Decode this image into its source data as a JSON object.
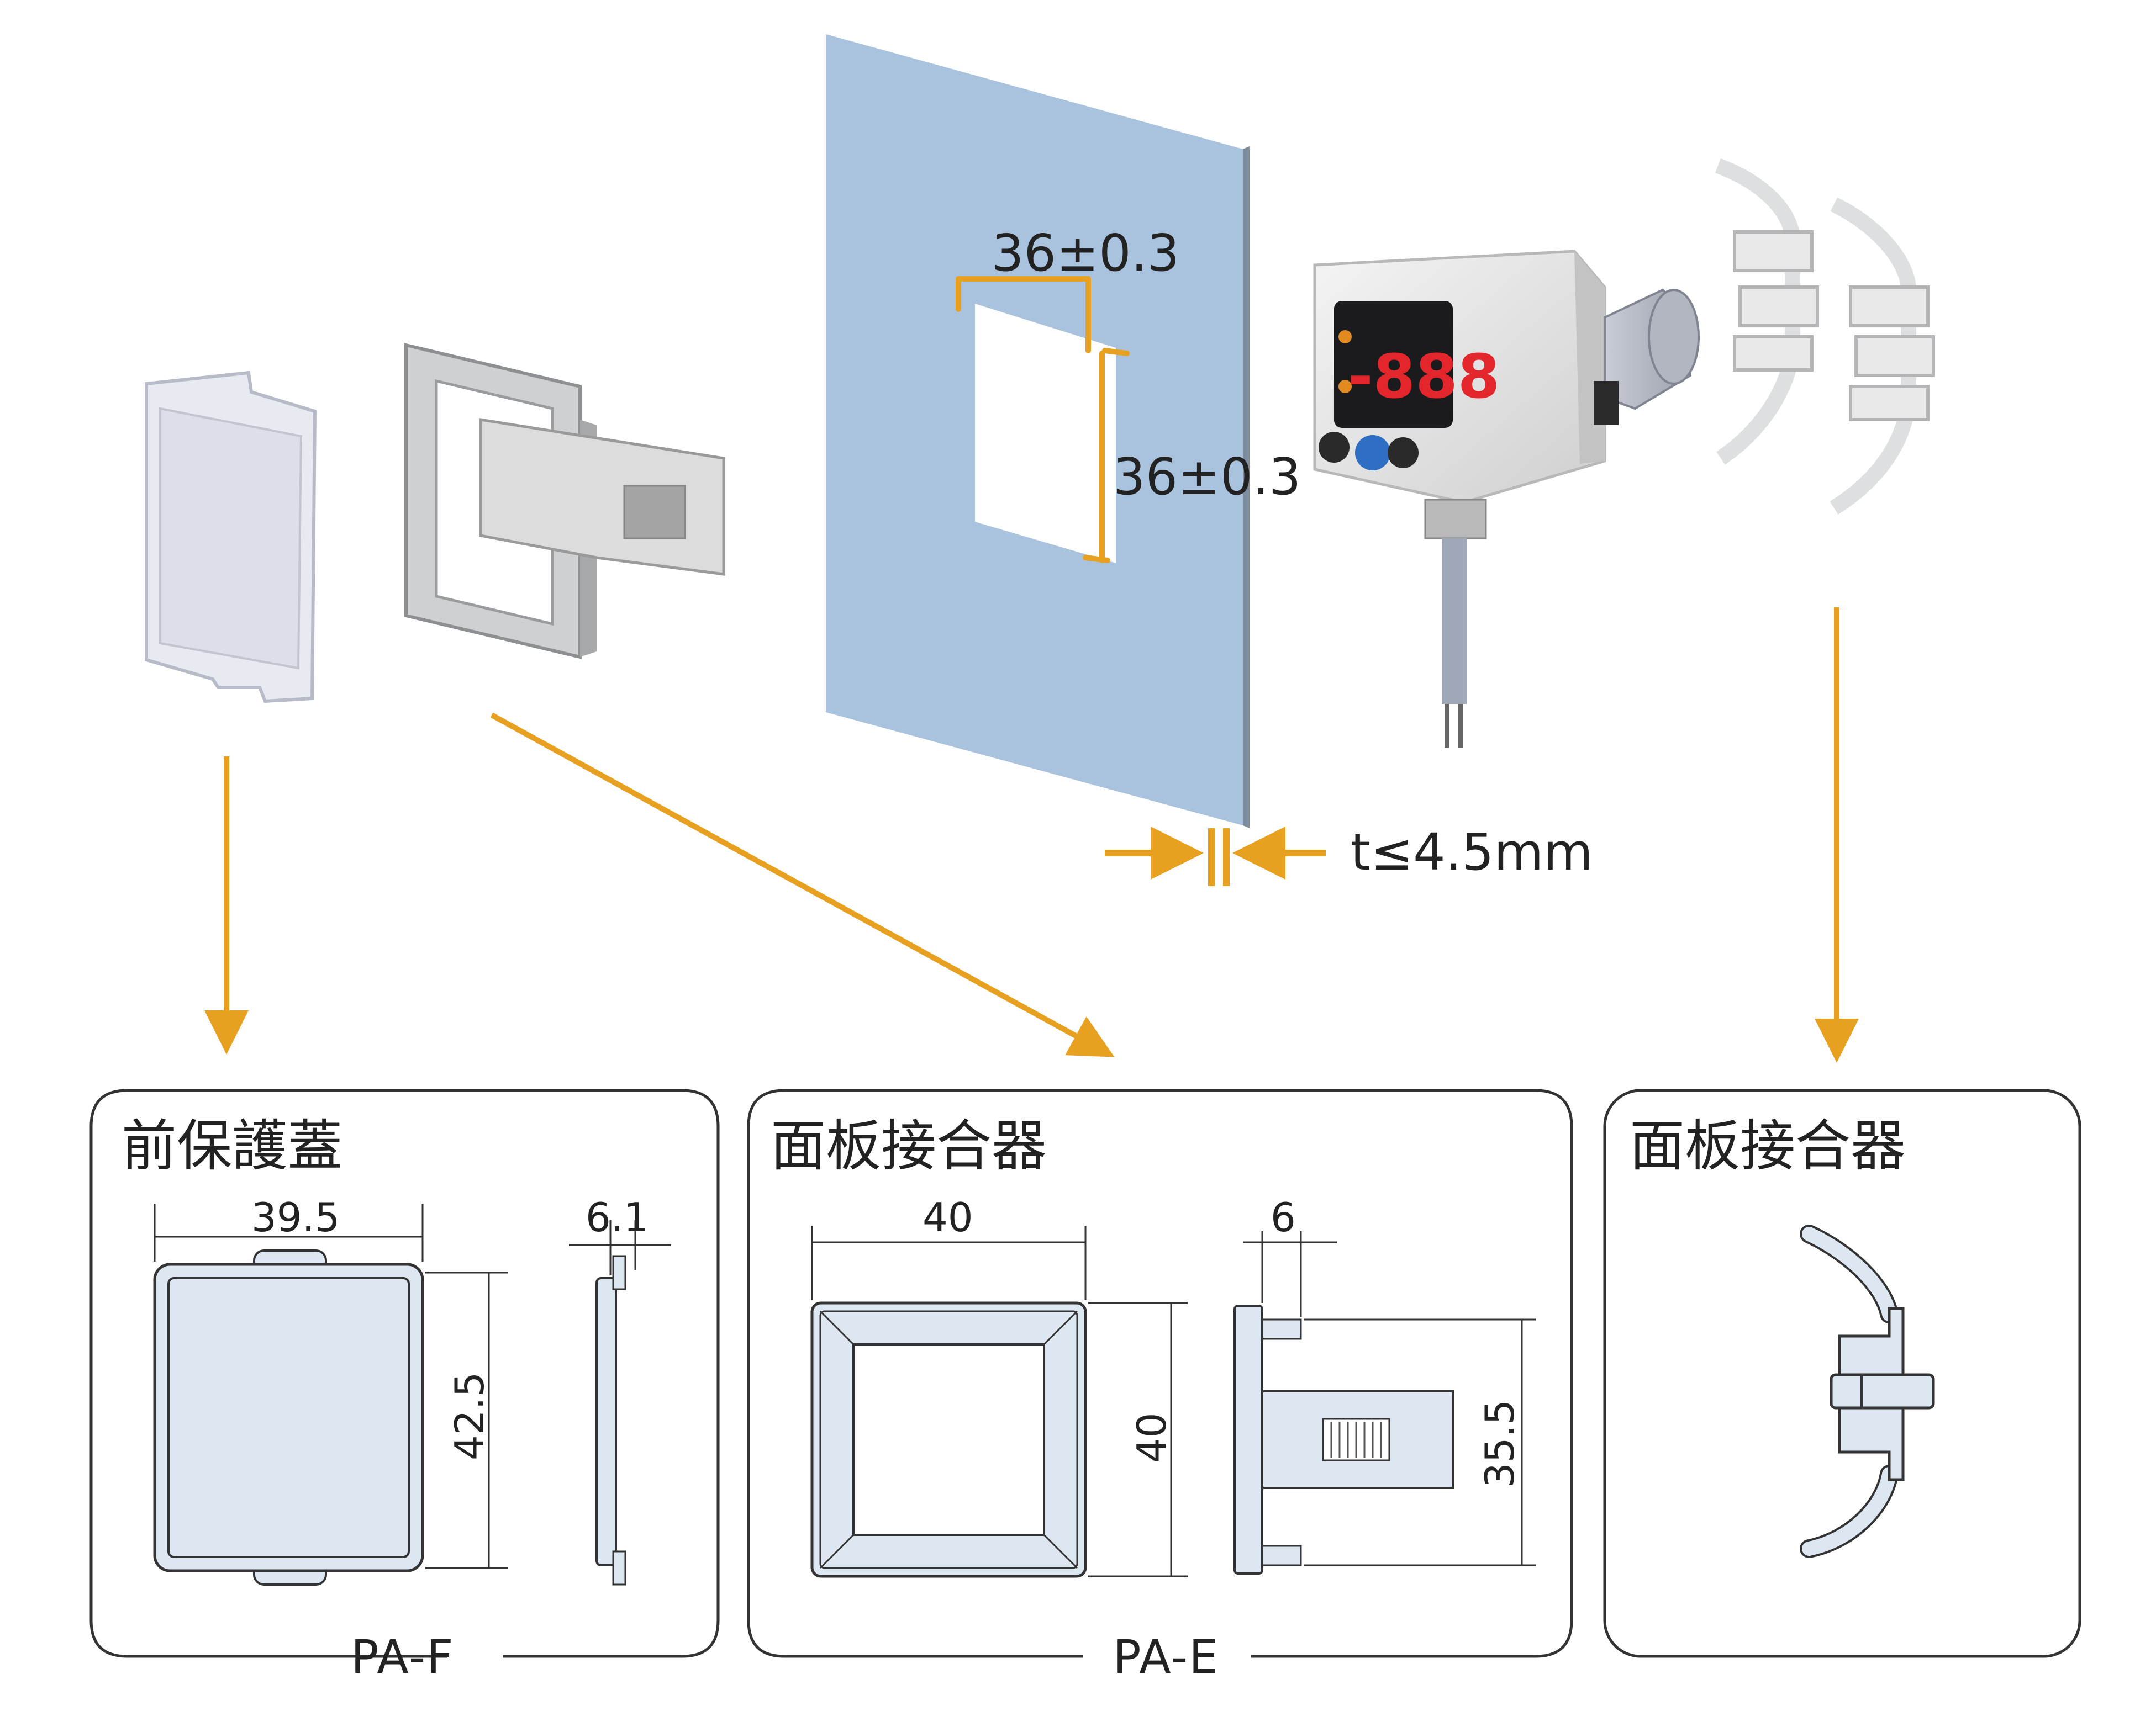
{
  "panel": {
    "cutout_width": "36±0.3",
    "cutout_height": "36±0.3",
    "thickness": "t≤4.5mm",
    "color": "#a9c3de"
  },
  "display": {
    "readout": "-888"
  },
  "boxes": [
    {
      "title": "前保護蓋",
      "model": "PA-F",
      "dims": {
        "width": "39.5",
        "height": "42.5",
        "depth": "6.1"
      }
    },
    {
      "title": "面板接合器",
      "model": "PA-E",
      "dims": {
        "width": "40",
        "height": "40",
        "depth": "6",
        "arm": "35.5"
      }
    },
    {
      "title": "面板接合器"
    }
  ],
  "colors": {
    "arrow": "#e8a020",
    "part_fill": "#dde7f2",
    "outline": "#333333"
  }
}
